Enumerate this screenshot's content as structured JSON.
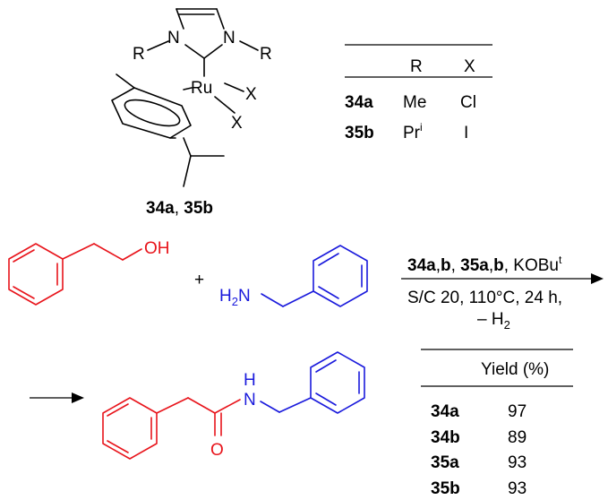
{
  "catalyst": {
    "atoms": {
      "n": "N",
      "r": "R",
      "ru": "Ru",
      "x": "X"
    },
    "caption_a": "34a",
    "caption_sep": ", ",
    "caption_b": "35b"
  },
  "substituent_table": {
    "headers": [
      "R",
      "X"
    ],
    "rows": [
      {
        "id": "34a",
        "r": "Me",
        "r_sup": "",
        "x": "Cl"
      },
      {
        "id": "35b",
        "r": "Pr",
        "r_sup": "i",
        "x": "I"
      }
    ]
  },
  "reaction": {
    "alcohol_label": "OH",
    "plus": "+",
    "amine_label_h": "H",
    "amine_label_sub": "2",
    "amine_label_n": "N",
    "conditions_line1": {
      "a": "34a",
      "a_sep": ",",
      "b": "b",
      "sep2": ", ",
      "c": "35a",
      "c_sep": ",",
      "d": "b",
      "tail": ", KOBu",
      "tail_sup": "t"
    },
    "conditions_line2": "S/C 20, 110°C, 24 h,",
    "conditions_line3_prefix": "– H",
    "conditions_line3_sub": "2"
  },
  "product": {
    "o_label": "O",
    "n_label": "N",
    "h_label": "H"
  },
  "yield_table": {
    "header": "Yield (%)",
    "rows": [
      {
        "id": "34a",
        "value": "97"
      },
      {
        "id": "34b",
        "value": "89"
      },
      {
        "id": "35a",
        "value": "93"
      },
      {
        "id": "35b",
        "value": "93"
      }
    ]
  },
  "colors": {
    "acyl_fragment": "#e8141b",
    "amine_fragment": "#1a1adc",
    "text": "#000000"
  }
}
